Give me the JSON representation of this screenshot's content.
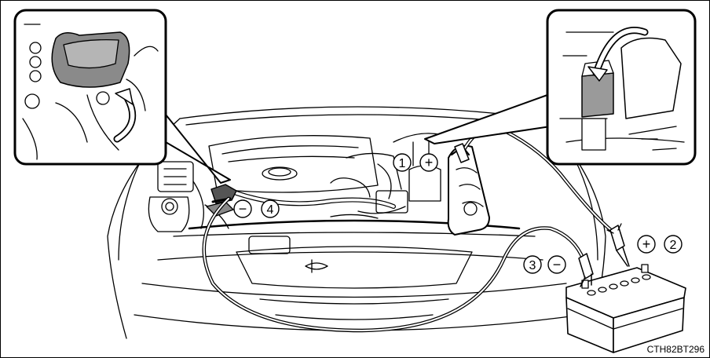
{
  "diagram": {
    "image_code": "CTH82BT296",
    "callouts": [
      {
        "id": "step-1",
        "text": "1"
      },
      {
        "id": "step-2",
        "text": "2"
      },
      {
        "id": "step-3",
        "text": "3"
      },
      {
        "id": "step-4",
        "text": "4"
      },
      {
        "id": "sign-plus-vehicle",
        "text": "+"
      },
      {
        "id": "sign-plus-battery",
        "text": "+"
      },
      {
        "id": "sign-minus-battery",
        "text": "−"
      },
      {
        "id": "sign-minus-vehicle",
        "text": "−"
      }
    ]
  }
}
